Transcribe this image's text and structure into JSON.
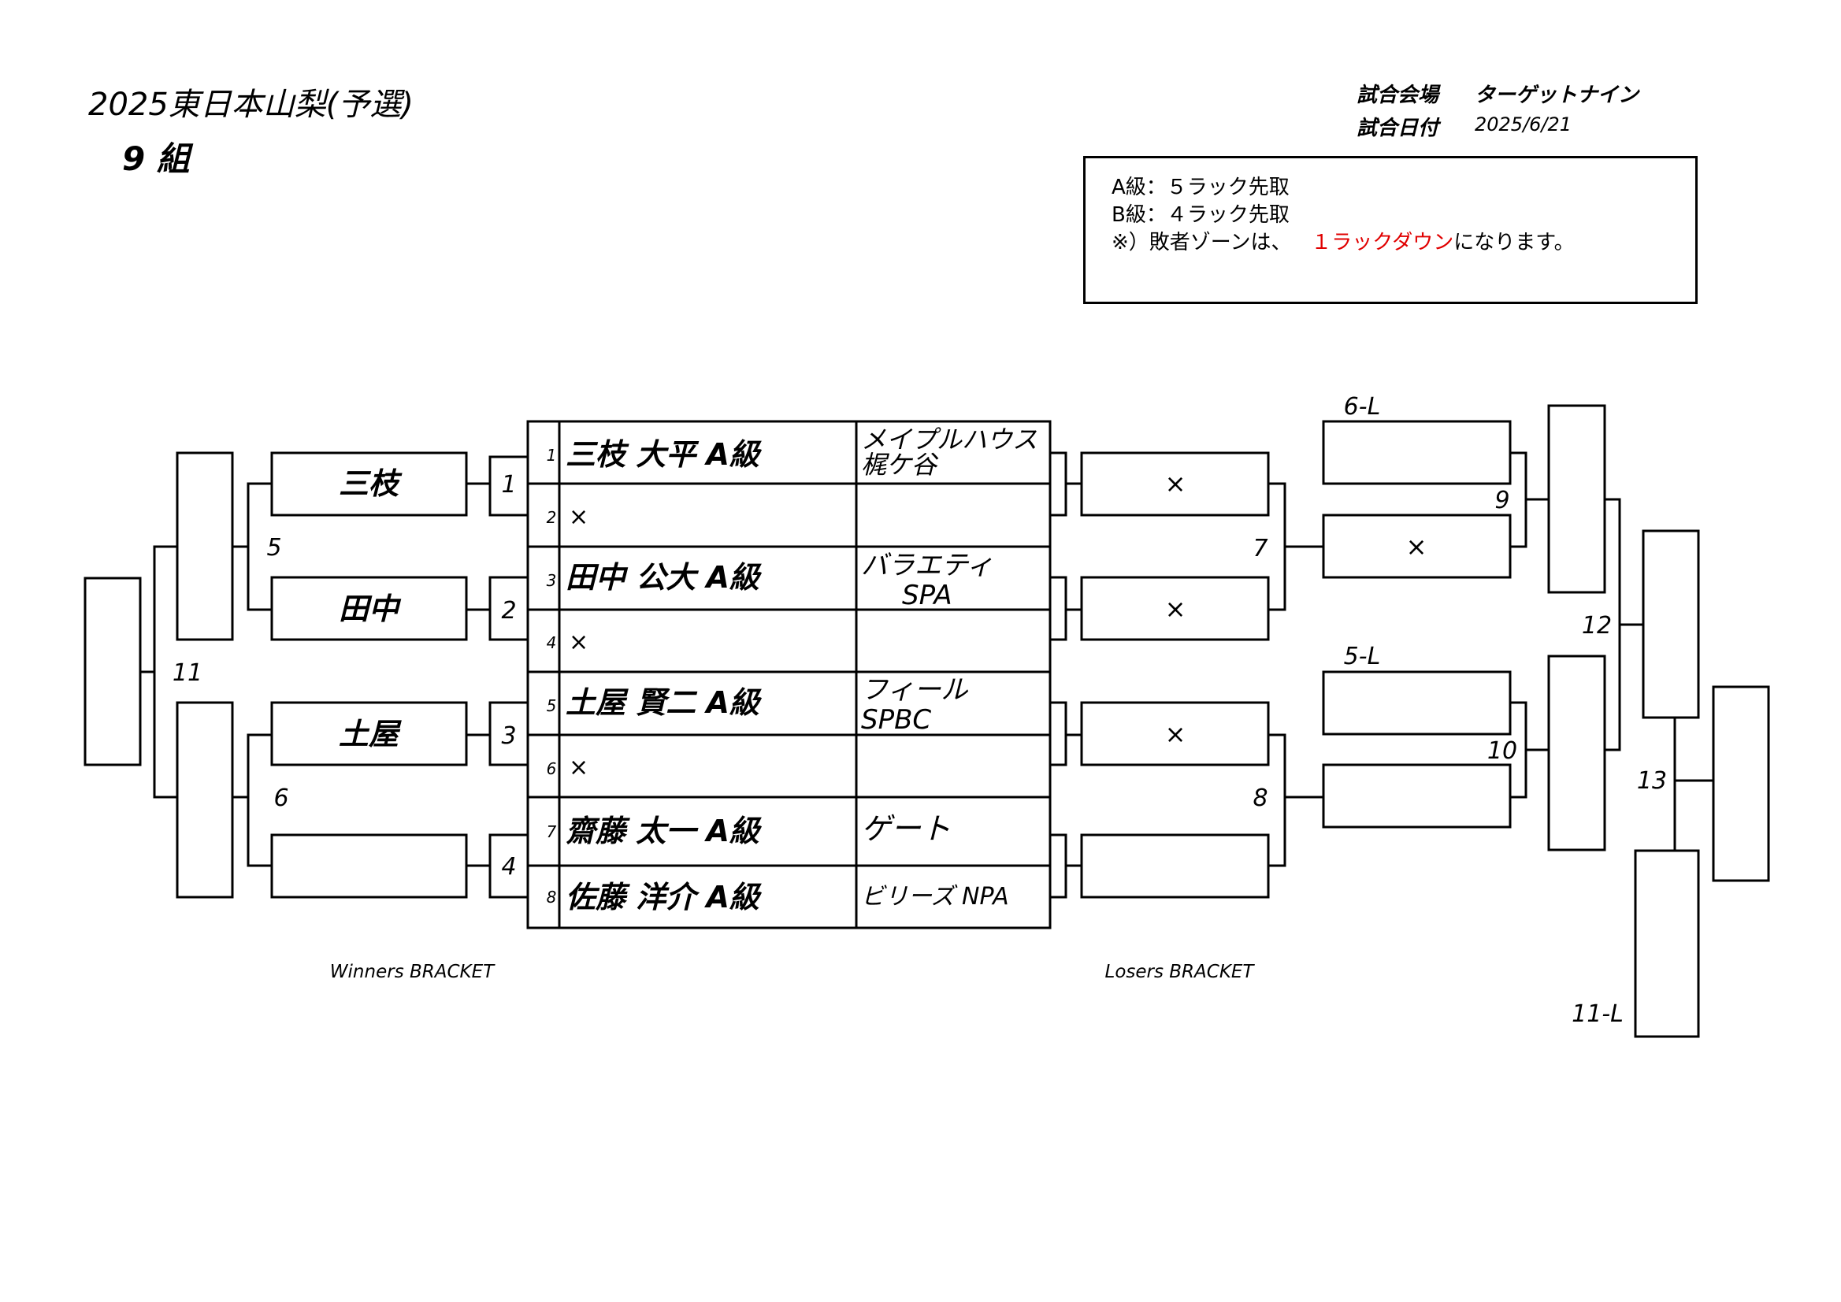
{
  "header": {
    "title": "2025東日本山梨(予選)",
    "group": "9 組",
    "venue_label": "試合会場",
    "venue": "ターゲットナイン",
    "date_label": "試合日付",
    "date": "2025/6/21"
  },
  "notes": {
    "line1": "A級：５ラック先取",
    "line2": "B級：４ラック先取",
    "line3_prefix": "※）敗者ゾーンは、",
    "line3_highlight": "１ラックダウン",
    "line3_suffix": "になります。",
    "highlight_color": "#e00000"
  },
  "entries": [
    {
      "num": "1",
      "name": "三枝 大平 A級",
      "team": "メイプルハウス",
      "team2": "梶ケ谷"
    },
    {
      "num": "2",
      "name": "×",
      "team": "",
      "team2": ""
    },
    {
      "num": "3",
      "name": "田中 公大 A級",
      "team": "バラエティ",
      "team2": "SPA"
    },
    {
      "num": "4",
      "name": "×",
      "team": "",
      "team2": ""
    },
    {
      "num": "5",
      "name": "土屋 賢二 A級",
      "team": "フィール",
      "team2": "SPBC"
    },
    {
      "num": "6",
      "name": "×",
      "team": "",
      "team2": ""
    },
    {
      "num": "7",
      "name": "齋藤 太一 A級",
      "team": "ゲート",
      "team2": ""
    },
    {
      "num": "8",
      "name": "佐藤 洋介 A級",
      "team": "ビリーズ NPA",
      "team2": ""
    }
  ],
  "winners": {
    "caption": "Winners BRACKET",
    "round1": [
      "三枝",
      "田中",
      "土屋",
      ""
    ],
    "match_labels": [
      "1",
      "2",
      "3",
      "4",
      "5",
      "6",
      "11"
    ]
  },
  "losers": {
    "caption": "Losers BRACKET",
    "round1": [
      "×",
      "×",
      "×",
      ""
    ],
    "round2": [
      "",
      "×",
      "",
      ""
    ],
    "match_labels": [
      "7",
      "8",
      "9",
      "10",
      "12",
      "13"
    ],
    "drop_labels": [
      "6-L",
      "5-L",
      "11-L"
    ]
  }
}
